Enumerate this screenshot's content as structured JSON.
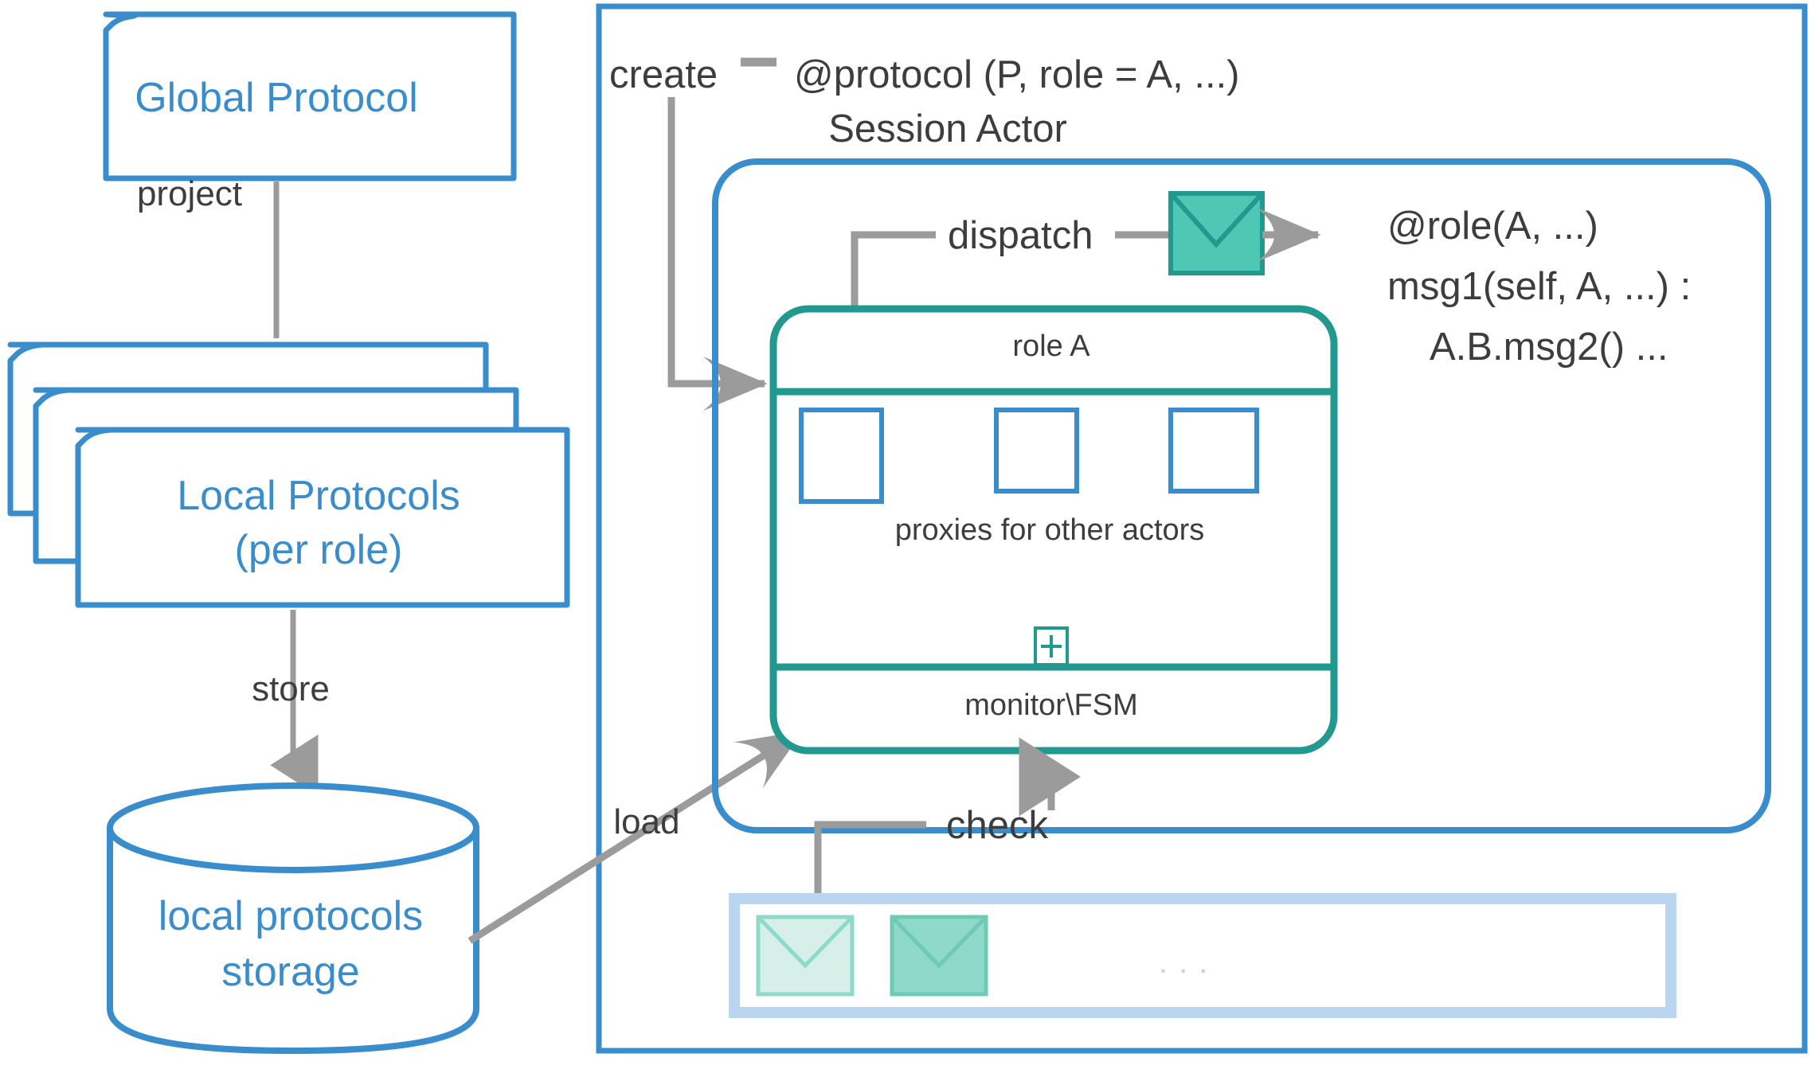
{
  "palette": {
    "blue": "#3a8dcd",
    "blue_light": "#b9d5ef",
    "teal": "#22998f",
    "teal_fill": "#4ec7b4",
    "teal_fill_light": "#d6efe8",
    "teal_fill_mid": "#8fd9ca",
    "grey": "#9b9b9b",
    "text_dark": "#3d3d3d",
    "white": "#ffffff"
  },
  "left_pipeline": {
    "global_protocol": {
      "label": "Global Protocol",
      "shape": "document"
    },
    "edge_project": {
      "label": "project",
      "arrow": "none"
    },
    "local_protocols": {
      "label_line1": "Local Protocols",
      "label_line2": "(per role)",
      "shape": "document-stack",
      "stack_count": 3
    },
    "edge_store": {
      "label": "store",
      "arrow": "open-triangle"
    },
    "storage": {
      "label_line1": "local protocols",
      "label_line2": "storage",
      "shape": "cylinder"
    },
    "edge_load": {
      "label": "load",
      "arrow": "open-triangle"
    }
  },
  "right_panel": {
    "create_label": "create",
    "session_actor": {
      "annotation_line1": "@protocol (P, role = A, ...)",
      "title": "Session Actor",
      "dispatch_label": "dispatch",
      "dispatch_icon": "envelope-icon",
      "role_annotation": {
        "line1": "@role(A, ...)",
        "line2": "msg1(self, A, ...) :",
        "line3": "A.B.msg2() ..."
      },
      "role_box": {
        "title": "role A",
        "proxies_label": "proxies for other actors",
        "proxy_count": 3,
        "plus_icon": "+",
        "monitor_label": "monitor\\FSM"
      },
      "check_label": "check",
      "mailbox": {
        "envelopes": [
          {
            "name": "envelope-unread",
            "fill": "#d6efe8"
          },
          {
            "name": "envelope-read",
            "fill": "#8fd9ca"
          }
        ],
        "ellipsis": "..."
      }
    }
  }
}
